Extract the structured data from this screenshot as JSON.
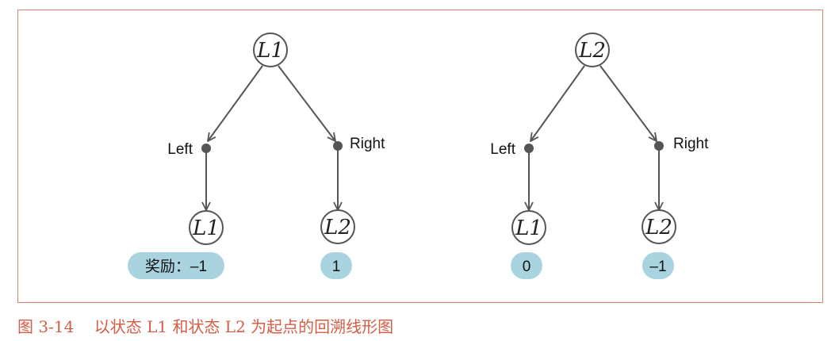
{
  "trees": [
    {
      "root": "L1",
      "branches": [
        {
          "action": "Left",
          "child": "L1",
          "reward": "奖励：–1"
        },
        {
          "action": "Right",
          "child": "L2",
          "reward": "1"
        }
      ]
    },
    {
      "root": "L2",
      "branches": [
        {
          "action": "Left",
          "child": "L1",
          "reward": "0"
        },
        {
          "action": "Right",
          "child": "L2",
          "reward": "–1"
        }
      ]
    }
  ],
  "caption": "图 3-14    以状态 L1 和状态 L2 为起点的回溯线形图",
  "colors": {
    "frame": "#d9826e",
    "caption": "#d65c45",
    "edge": "#555555",
    "action_dot": "#555555",
    "reward_pill": "#a8d3df"
  }
}
